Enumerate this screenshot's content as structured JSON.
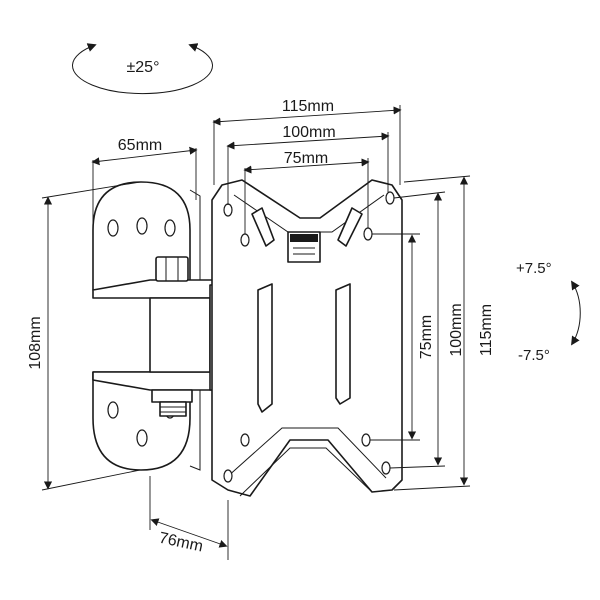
{
  "rotation": {
    "swivel_label": "±25°",
    "tilt_up_label": "+7.5°",
    "tilt_down_label": "-7.5°"
  },
  "dimensions": {
    "plate_width_115": "115mm",
    "plate_width_100": "100mm",
    "plate_width_75": "75mm",
    "plate_height_75": "75mm",
    "plate_height_100": "100mm",
    "plate_height_115": "115mm",
    "wall_plate_width": "65mm",
    "wall_plate_height": "108mm",
    "arm_depth": "76mm"
  },
  "colors": {
    "line": "#1a1a1a",
    "background": "#ffffff"
  }
}
